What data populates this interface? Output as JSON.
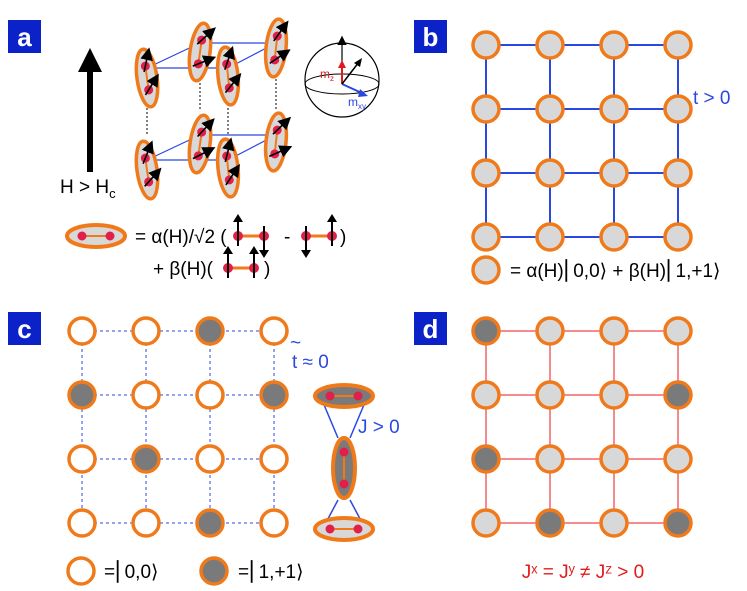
{
  "colors": {
    "panel_label_bg": "#0a22c8",
    "orange": "#f07a1a",
    "site_gray": "#d8d8d8",
    "site_dark": "#7a7a7a",
    "blue": "#2b48e0",
    "red": "#e01b1b",
    "spin_red": "#e0204a"
  },
  "panels": {
    "a": {
      "label": "a",
      "field_label": "H > H",
      "field_sub": "c",
      "legend_eq": "= α(H)/√2 (",
      "legend_minus": "-",
      "legend_close": ")",
      "legend_line2": "+ β(H)(",
      "legend_close2": ")",
      "sphere_mz": "m",
      "sphere_mz_sub": "z",
      "sphere_mxy": "m",
      "sphere_mxy_sub": "xy"
    },
    "b": {
      "label": "b",
      "hop_label": "t > 0",
      "legend": "= α(H)⎜0,0⟩ + β(H)⎜1,+1⟩"
    },
    "c": {
      "label": "c",
      "hop_label": "t ≈ 0",
      "hop_tilde": "~",
      "coupling_label": "J > 0",
      "legend_empty": "=⎜0,0⟩",
      "legend_filled": "=⎜1,+1⟩",
      "filled_pattern": [
        [
          0,
          0,
          1,
          0
        ],
        [
          1,
          0,
          0,
          1
        ],
        [
          0,
          1,
          0,
          0
        ],
        [
          0,
          0,
          1,
          0
        ]
      ]
    },
    "d": {
      "label": "d",
      "condition": "Jˣ = Jʸ ≠ Jᶻ > 0",
      "filled_pattern": [
        [
          1,
          0,
          0,
          0
        ],
        [
          0,
          0,
          0,
          1
        ],
        [
          1,
          0,
          0,
          0
        ],
        [
          0,
          1,
          0,
          1
        ]
      ]
    }
  }
}
